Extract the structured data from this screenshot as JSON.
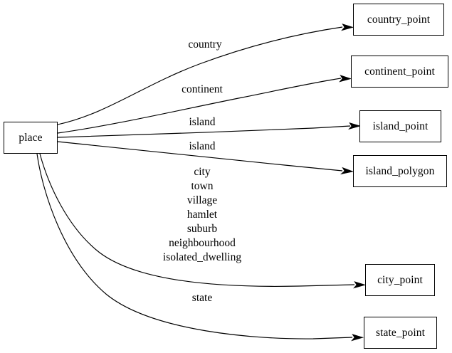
{
  "diagram": {
    "title": "place",
    "type": "directed-graph",
    "background_color": "#ffffff",
    "line_color": "#000000",
    "text_color": "#000000",
    "source_node": {
      "id": "place",
      "label": "place"
    },
    "target_nodes": [
      {
        "id": "country_point",
        "label": "country_point"
      },
      {
        "id": "continent_point",
        "label": "continent_point"
      },
      {
        "id": "island_point",
        "label": "island_point"
      },
      {
        "id": "island_polygon",
        "label": "island_polygon"
      },
      {
        "id": "city_point",
        "label": "city_point"
      },
      {
        "id": "state_point",
        "label": "state_point"
      }
    ],
    "edges": [
      {
        "from": "place",
        "to": "country_point",
        "label": "country"
      },
      {
        "from": "place",
        "to": "continent_point",
        "label": "continent"
      },
      {
        "from": "place",
        "to": "island_point",
        "label": "island"
      },
      {
        "from": "place",
        "to": "island_polygon",
        "label": "island"
      },
      {
        "from": "place",
        "to": "city_point",
        "label": "city\ntown\nvillage\nhamlet\nsuburb\nneighbourhood\nisolated_dwelling"
      },
      {
        "from": "place",
        "to": "state_point",
        "label": "state"
      }
    ]
  }
}
